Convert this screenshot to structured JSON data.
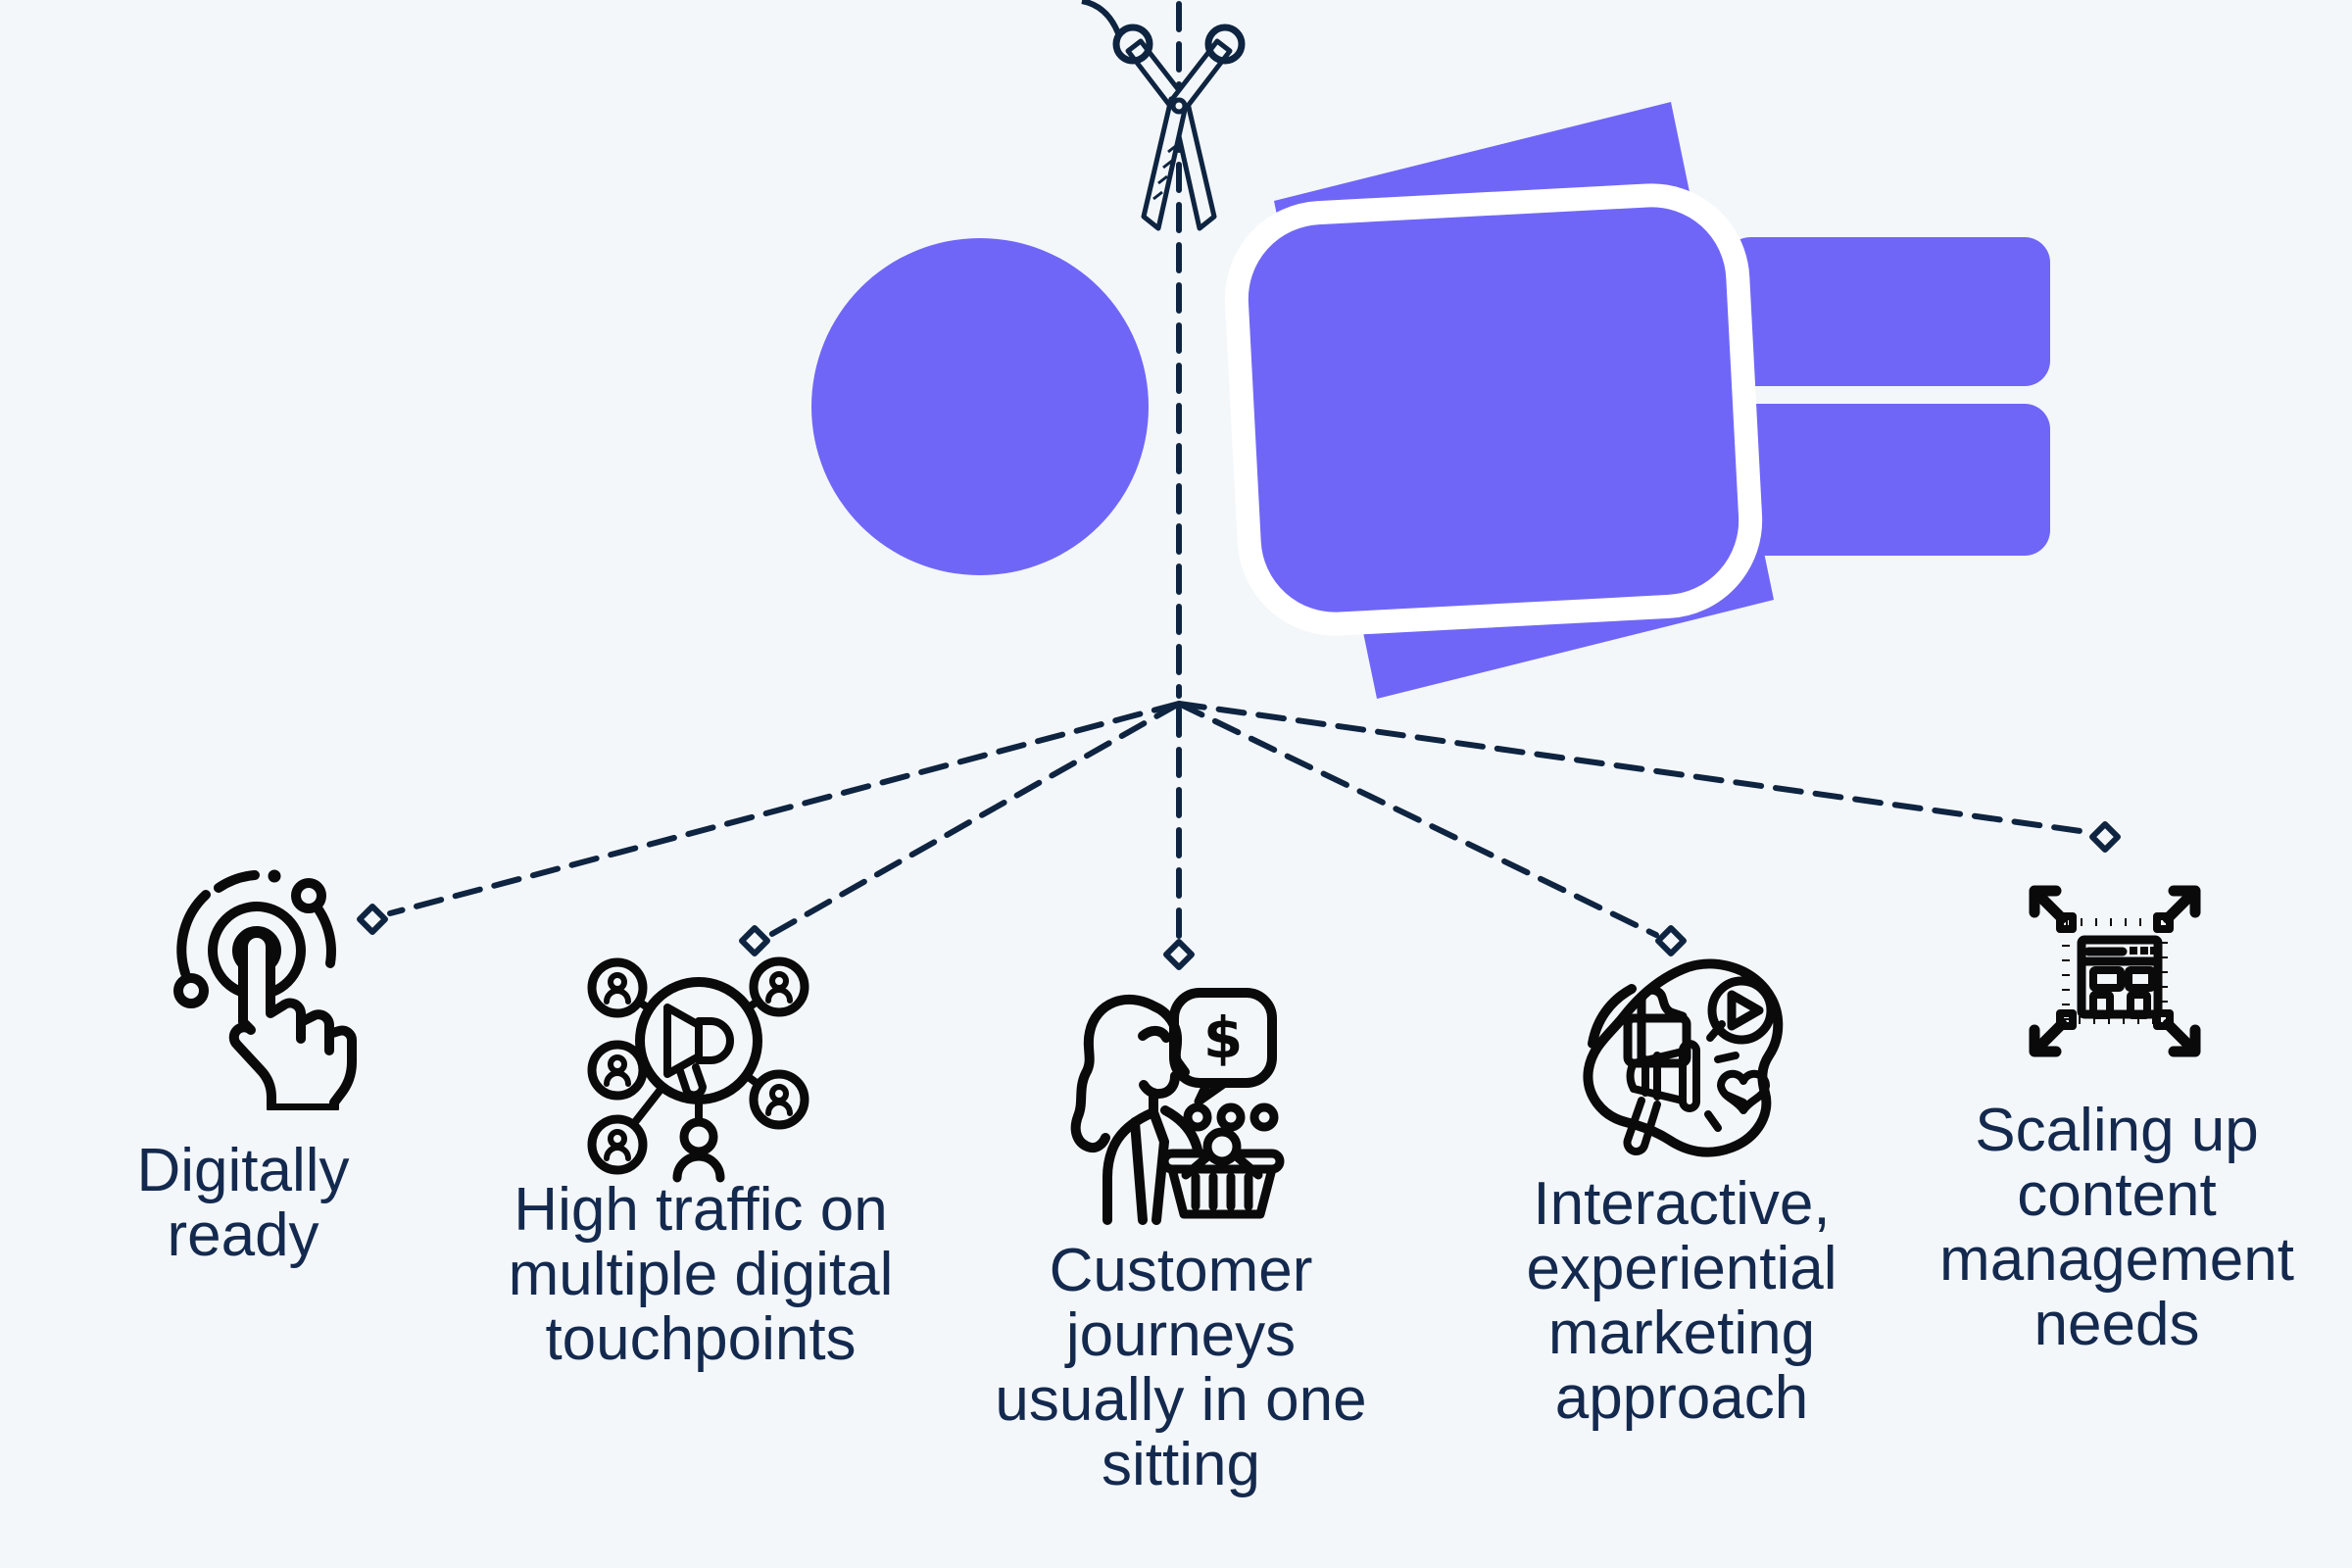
{
  "colors": {
    "background": "#F3F7FA",
    "accent_purple": "#6F66F7",
    "line_navy": "#0E2440",
    "text_navy": "#14294E",
    "icon_black": "#0A0A0A",
    "figure_outline_white": "#FFFFFF"
  },
  "figure": {
    "main_graphic": "person-silhouette-cut-by-scissors",
    "scissors_icon": "scissors-icon",
    "cut_line": "dashed-cut-line"
  },
  "items": [
    {
      "icon": "tap-icon",
      "label": "Digitally\nready"
    },
    {
      "icon": "network-reach-icon",
      "label": "High traffic on\nmultiple digital\ntouchpoints"
    },
    {
      "icon": "customer-basket-icon",
      "label": "Customer\njourneys\nusually in one\nsitting"
    },
    {
      "icon": "experiential-marketing-icon",
      "label": "Interactive,\nexperiential\nmarketing\napproach"
    },
    {
      "icon": "scale-content-icon",
      "label": "Scaling up\ncontent\nmanagement\nneeds"
    }
  ]
}
